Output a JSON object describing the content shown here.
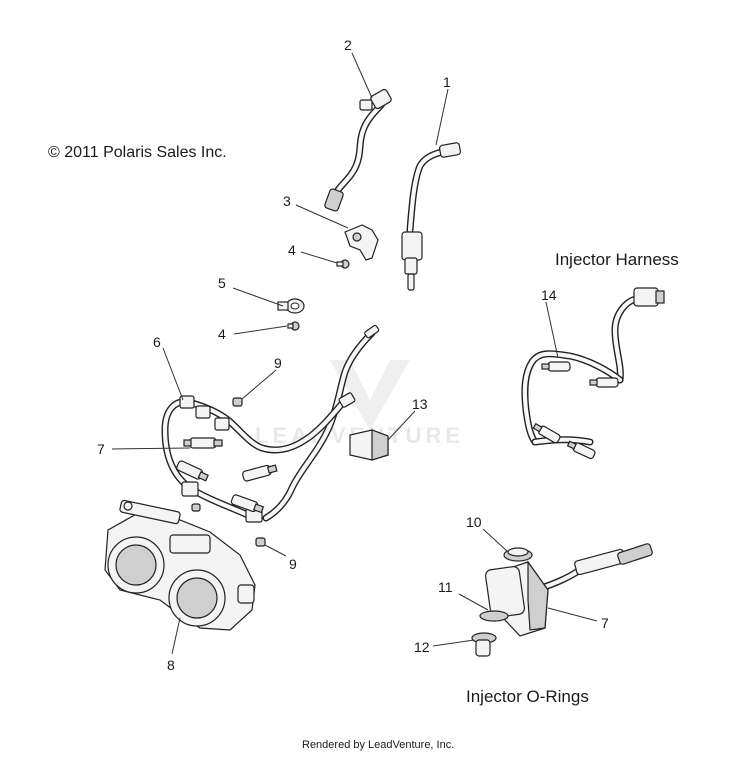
{
  "copyright": "© 2011 Polaris Sales Inc.",
  "headings": {
    "harness": "Injector Harness",
    "orings": "Injector O-Rings"
  },
  "watermark": "LEADVENTURE",
  "footer": "Rendered by LeadVenture, Inc.",
  "callouts": {
    "c1": "1",
    "c2": "2",
    "c3": "3",
    "c4a": "4",
    "c4b": "4",
    "c5": "5",
    "c6": "6",
    "c7a": "7",
    "c7b": "7",
    "c8": "8",
    "c9a": "9",
    "c9b": "9",
    "c10": "10",
    "c11": "11",
    "c12": "12",
    "c13": "13",
    "c14": "14"
  }
}
